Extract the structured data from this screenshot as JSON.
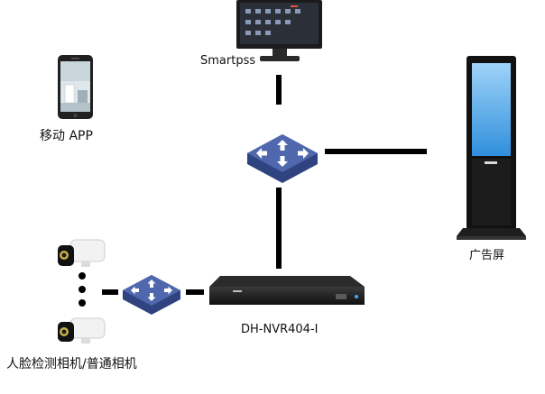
{
  "labels": {
    "smartpss": "Smartpss",
    "mobile_app": "移动 APP",
    "ad_screen": "广告屏",
    "nvr": "DH-NVR404-I",
    "cameras": "人脸检测相机/普通相机"
  },
  "colors": {
    "link_line": "#000000",
    "switch_top": "#4f67ad",
    "switch_side": "#2e4380",
    "screen_blue": "#4da6e8",
    "device_black": "#1a1a1a",
    "camera_white": "#f2f2f2"
  },
  "icons": {
    "pc": "monitor-icon",
    "phone": "smartphone-icon",
    "switch": "network-switch-icon",
    "signage": "digital-signage-icon",
    "nvr": "nvr-recorder-icon",
    "camera": "bullet-camera-icon"
  }
}
